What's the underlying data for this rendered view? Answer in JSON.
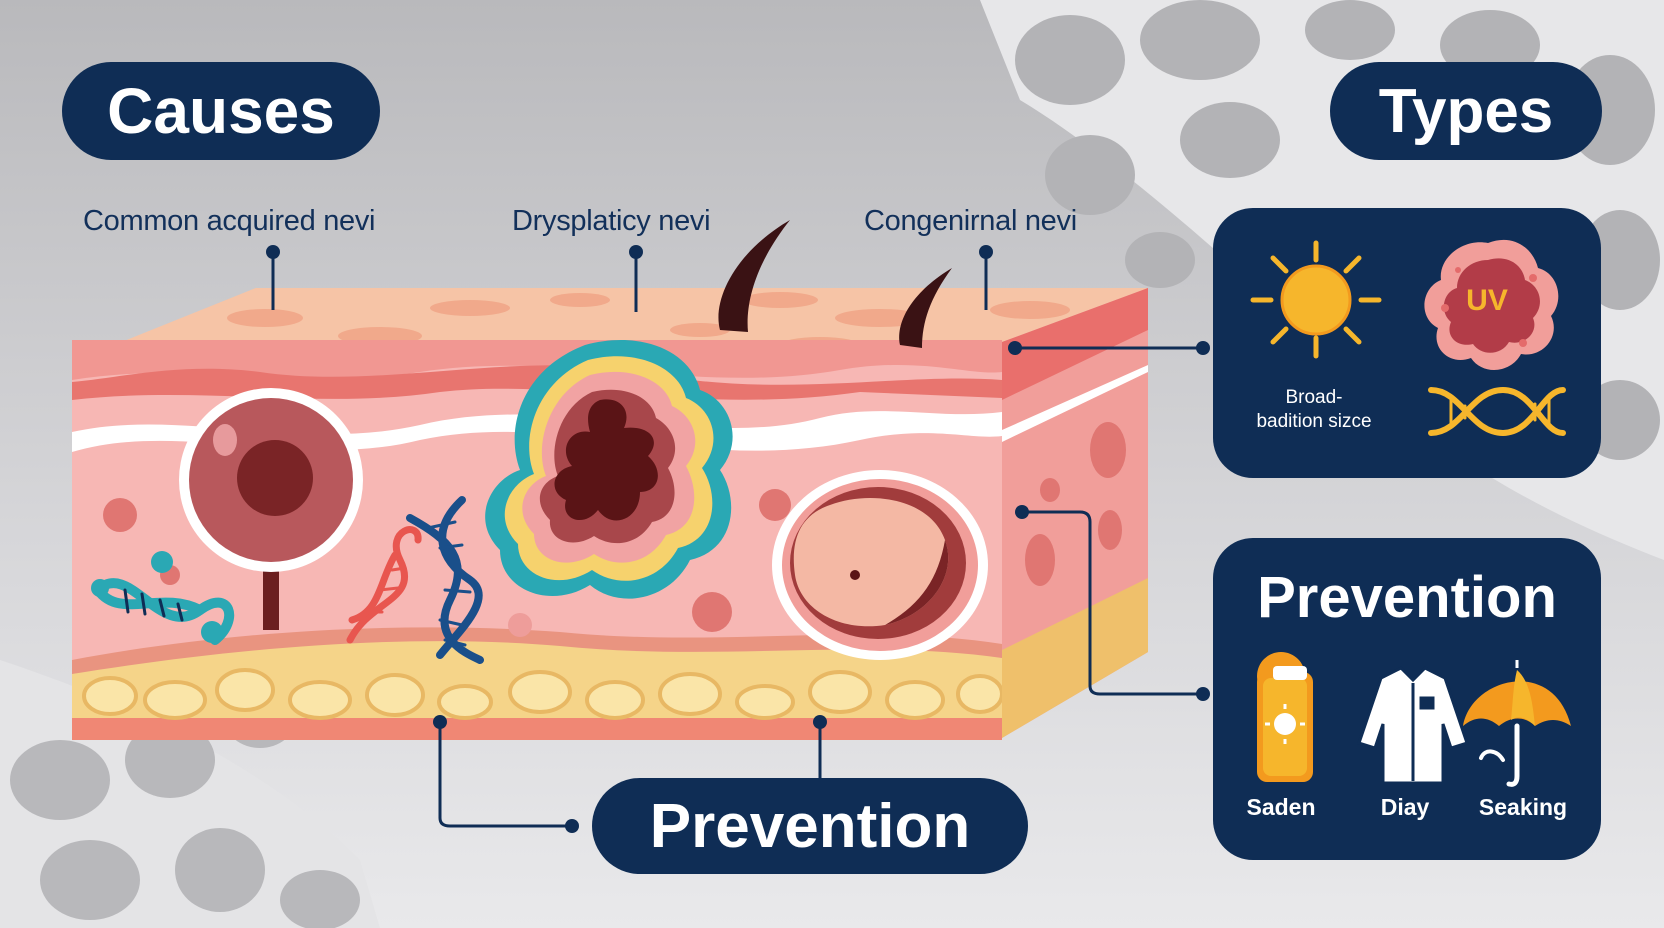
{
  "headings": {
    "causes": "Causes",
    "types": "Types",
    "prevention_bottom": "Prevention",
    "prevention_panel": "Prevention"
  },
  "layer_labels": [
    "Common acquired nevi",
    "Drysplaticy nevi",
    "Congenirnal nevi"
  ],
  "types_panel": {
    "uv_badge": "UV",
    "caption_line1": "Broad-",
    "caption_line2": "badition sizce"
  },
  "prevention_panel": {
    "items": [
      "Saden",
      "Diay",
      "Seaking"
    ]
  },
  "colors": {
    "navy": "#0f2d55",
    "sun": "#f6b62c",
    "skin_top": "#f6c4a6",
    "dermis": "#f7b7b4",
    "fat": "#f5d489",
    "teal": "#2aa8b4"
  }
}
